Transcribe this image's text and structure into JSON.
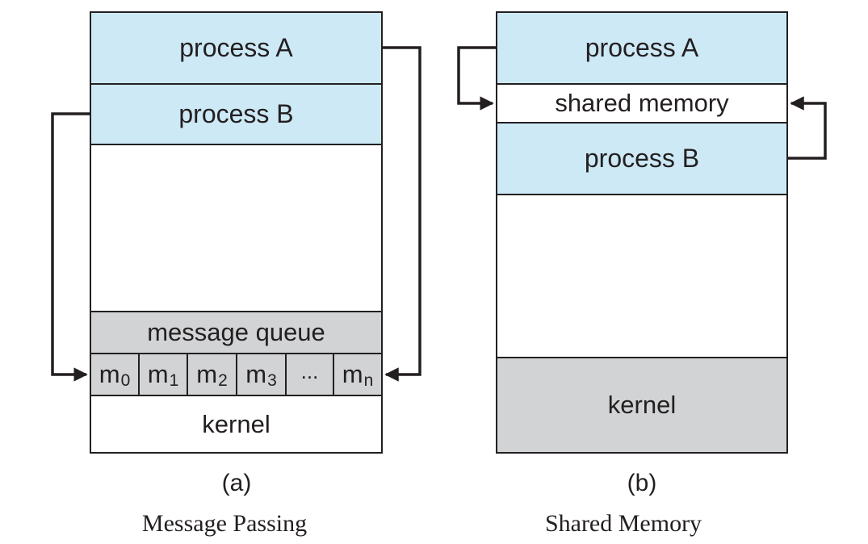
{
  "colors": {
    "process_fill": "#cde9f6",
    "kernel_fill": "#d1d3d4",
    "line": "#231f20"
  },
  "diagram_a": {
    "process_a": "process A",
    "process_b": "process B",
    "message_queue": "message queue",
    "queue_cells": [
      {
        "base": "m",
        "sub": "0"
      },
      {
        "base": "m",
        "sub": "1"
      },
      {
        "base": "m",
        "sub": "2"
      },
      {
        "base": "m",
        "sub": "3"
      },
      {
        "base": "...",
        "sub": ""
      },
      {
        "base": "m",
        "sub": "n"
      }
    ],
    "kernel": "kernel",
    "label": "(a)",
    "caption": "Message Passing"
  },
  "diagram_b": {
    "process_a": "process A",
    "shared_memory": "shared memory",
    "process_b": "process B",
    "kernel": "kernel",
    "label": "(b)",
    "caption": "Shared Memory"
  }
}
